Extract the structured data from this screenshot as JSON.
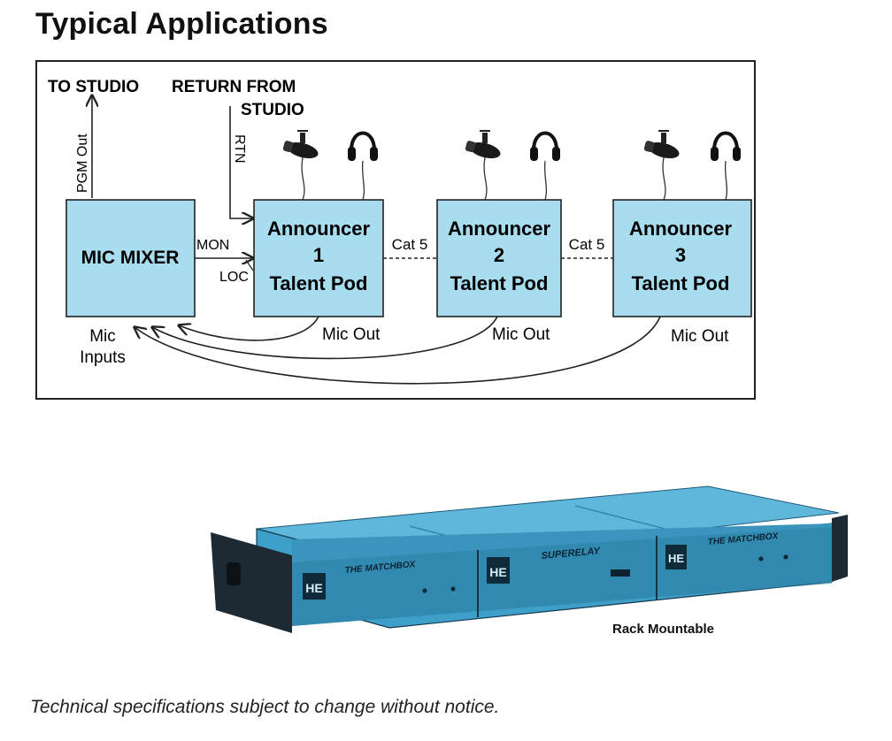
{
  "header": {
    "title": "Typical Applications"
  },
  "diagram": {
    "to_studio": "TO STUDIO",
    "return_from": "RETURN FROM",
    "studio": "STUDIO",
    "pgm_out": "PGM Out",
    "rtn": "RTN",
    "mixer_label": "MIC MIXER",
    "mon": "MON",
    "loc": "LOC",
    "link_label": "Cat 5",
    "mic_inputs_line1": "Mic",
    "mic_inputs_line2": "Inputs",
    "mic_out": "Mic Out",
    "pods": [
      {
        "line1": "Announcer",
        "line2": "1",
        "line3": "Talent Pod"
      },
      {
        "line1": "Announcer",
        "line2": "2",
        "line3": "Talent Pod"
      },
      {
        "line1": "Announcer",
        "line2": "3",
        "line3": "Talent Pod"
      }
    ]
  },
  "product": {
    "unit1_name": "THE MATCHBOX",
    "unit2_name": "SUPERELAY",
    "unit3_name": "THE MATCHBOX",
    "logo_text": "HE",
    "caption": "Rack Mountable"
  },
  "footer": {
    "note": "Technical specifications subject to change without notice."
  },
  "colors": {
    "box_fill": "#a8dcef",
    "rack_blue": "#3e9fc8",
    "rack_dark": "#16394f"
  }
}
